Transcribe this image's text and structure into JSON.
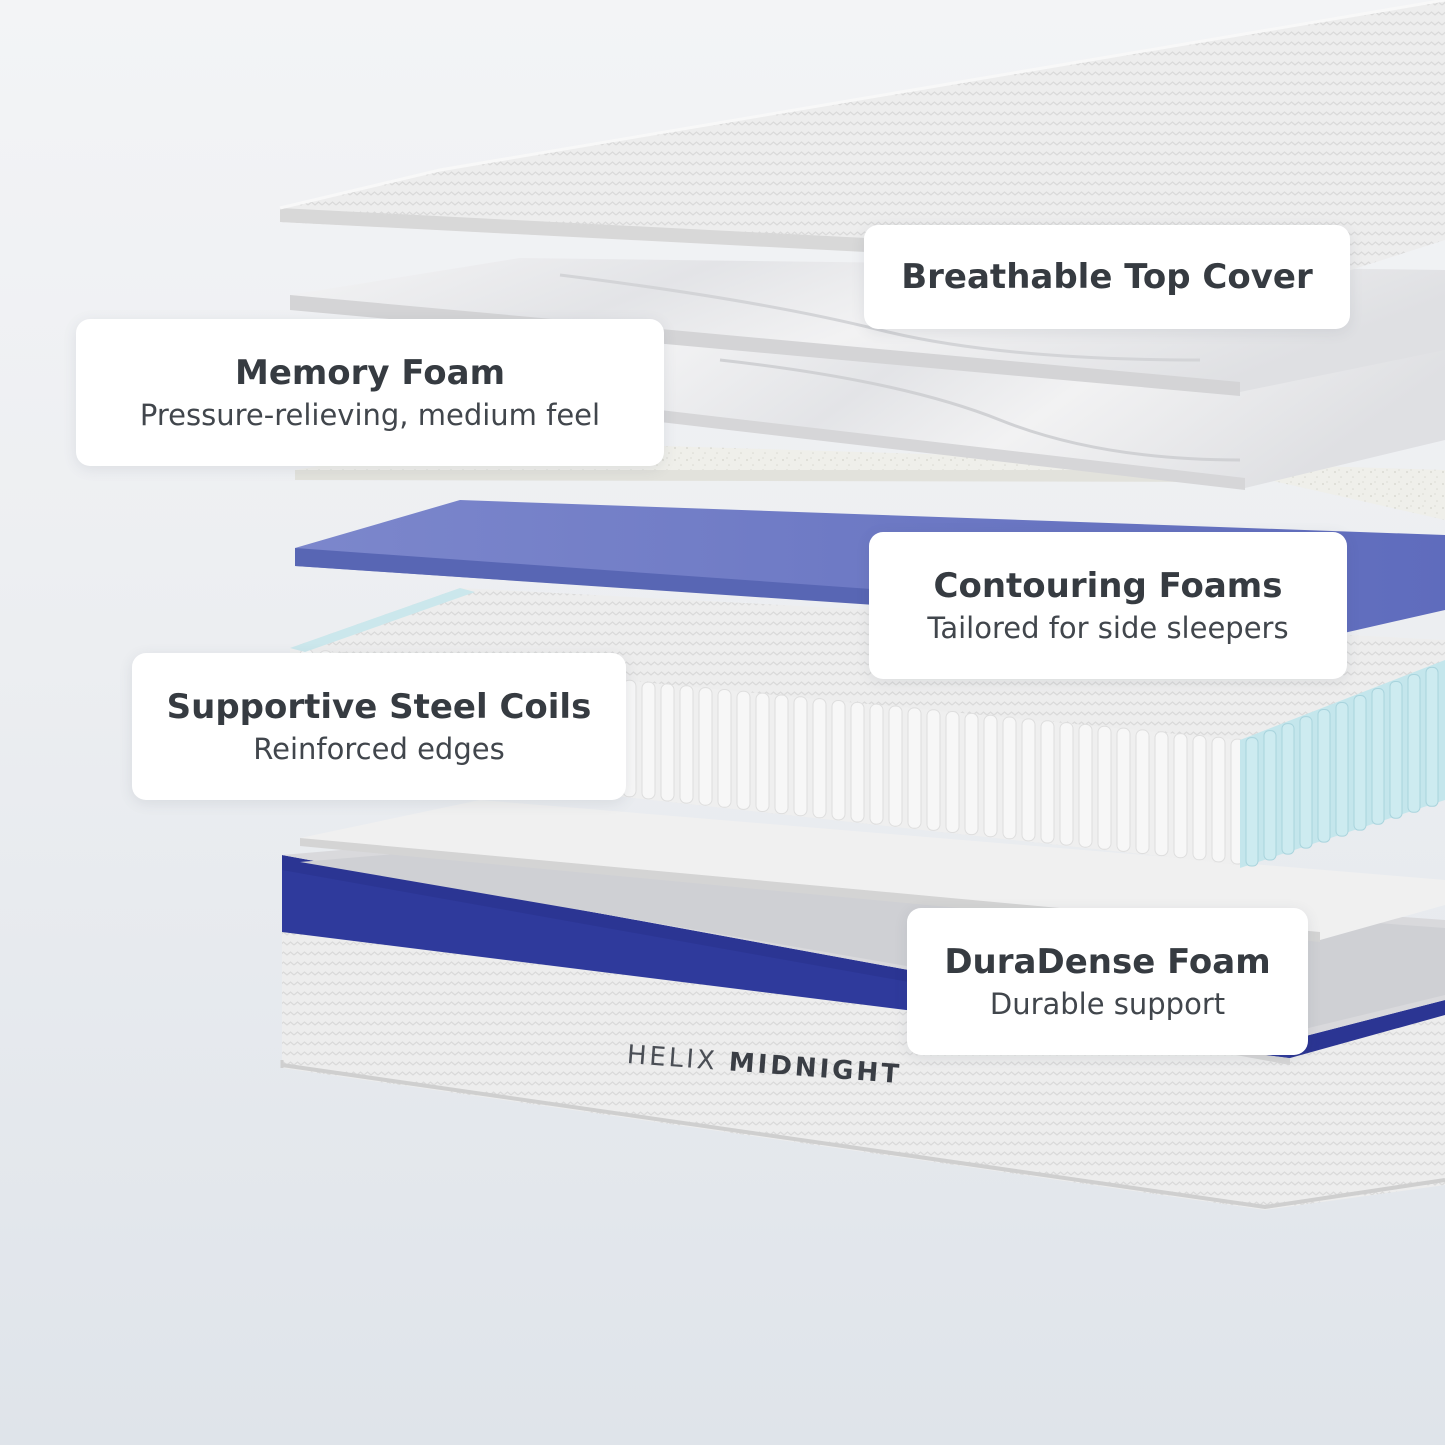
{
  "colors": {
    "background_top": "#f3f4f6",
    "background_bottom": "#dfe4ea",
    "layer_white": "#f2f2f2",
    "marble": "#e9eaec",
    "speckle_foam": "#eeeee9",
    "blue_foam": "#6b78c4",
    "coil_white": "#f3f3f3",
    "coil_edge_aqua": "#bfe3ea",
    "navy_band": "#2b3593",
    "cover_grey": "#e6e6e6",
    "callout_bg": "#ffffff",
    "text_dark": "#363b41"
  },
  "callouts": [
    {
      "id": "top-cover",
      "title": "Breathable Top Cover",
      "subtitle": ""
    },
    {
      "id": "memory-foam",
      "title": "Memory Foam",
      "subtitle": "Pressure-relieving, medium feel"
    },
    {
      "id": "contouring-foams",
      "title": "Contouring Foams",
      "subtitle": "Tailored for side sleepers"
    },
    {
      "id": "steel-coils",
      "title": "Supportive Steel Coils",
      "subtitle": "Reinforced edges"
    },
    {
      "id": "duradense-foam",
      "title": "DuraDense Foam",
      "subtitle": "Durable support"
    }
  ],
  "brand": {
    "word1": "HELIX",
    "word2": "MIDNIGHT"
  }
}
